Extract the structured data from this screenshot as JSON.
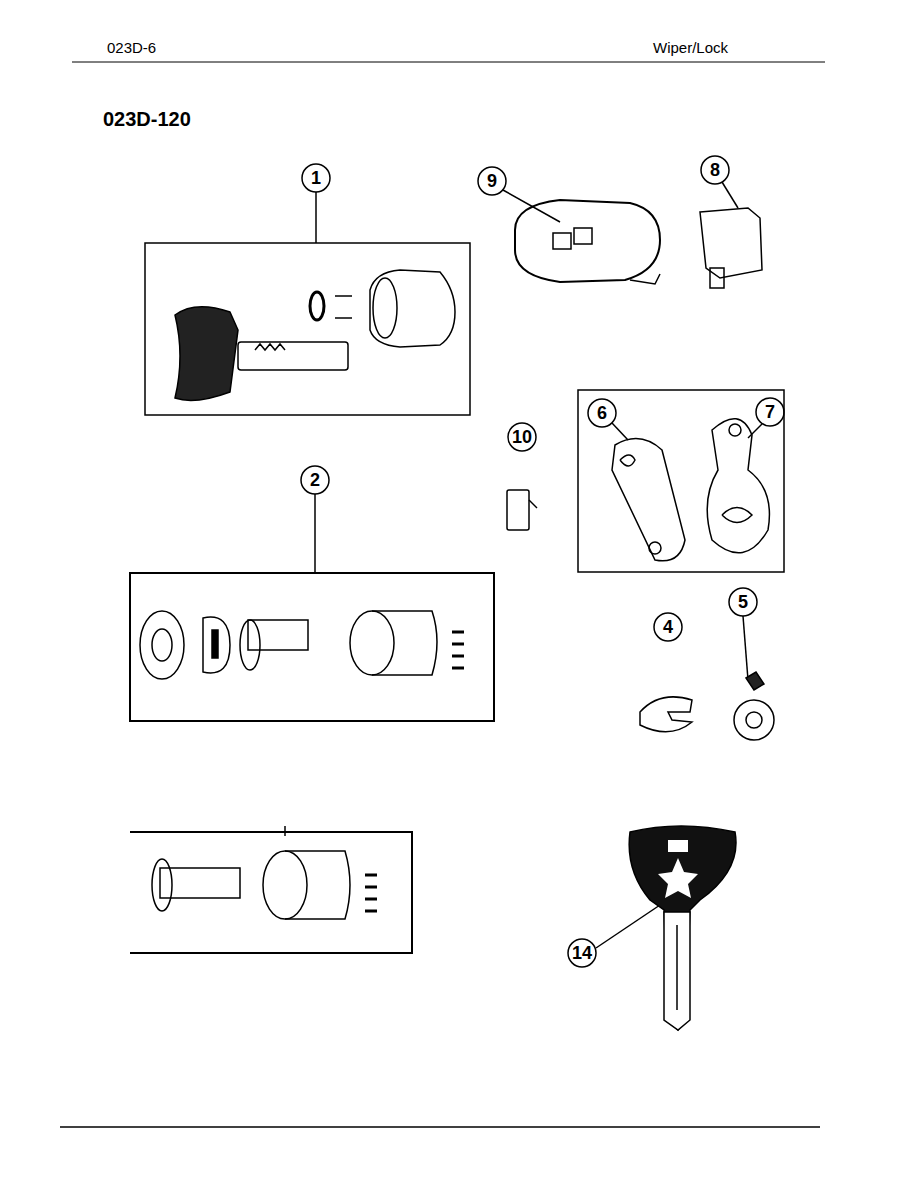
{
  "diagram": {
    "title": "023D-120",
    "labels": [
      "023D-6",
      "Wiper/Lock",
      "1",
      "9",
      "8",
      "10",
      "2",
      "6",
      "7",
      "4",
      "5",
      "14"
    ]
  }
}
